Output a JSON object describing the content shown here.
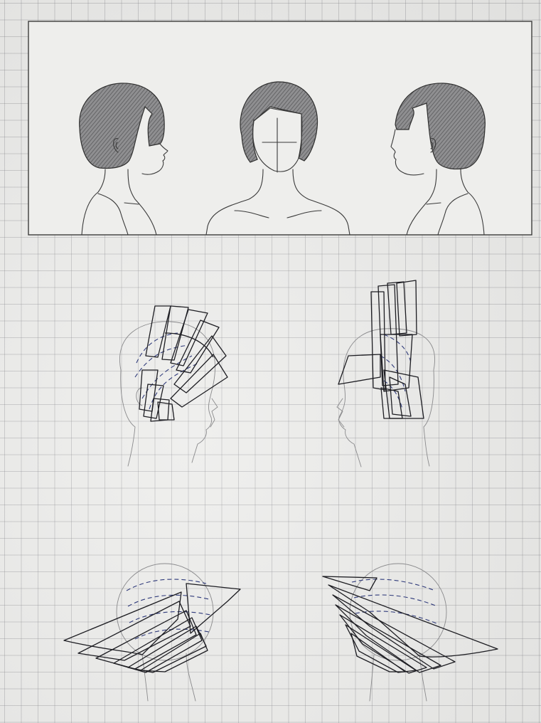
{
  "sheet": {
    "paper": "grid paper",
    "colors": {
      "paper": "#ececea",
      "grid": "#8c8c90",
      "pencil": "#3a3a3a",
      "ink": "#1d1d22",
      "guideline_ink": "#2f3a7a"
    }
  },
  "top_panel": {
    "views": [
      "profile-left",
      "front",
      "profile-right"
    ]
  },
  "middle_row": {
    "views": [
      "elevation-left",
      "elevation-right"
    ]
  },
  "bottom_row": {
    "views": [
      "back-left",
      "back-right"
    ]
  }
}
